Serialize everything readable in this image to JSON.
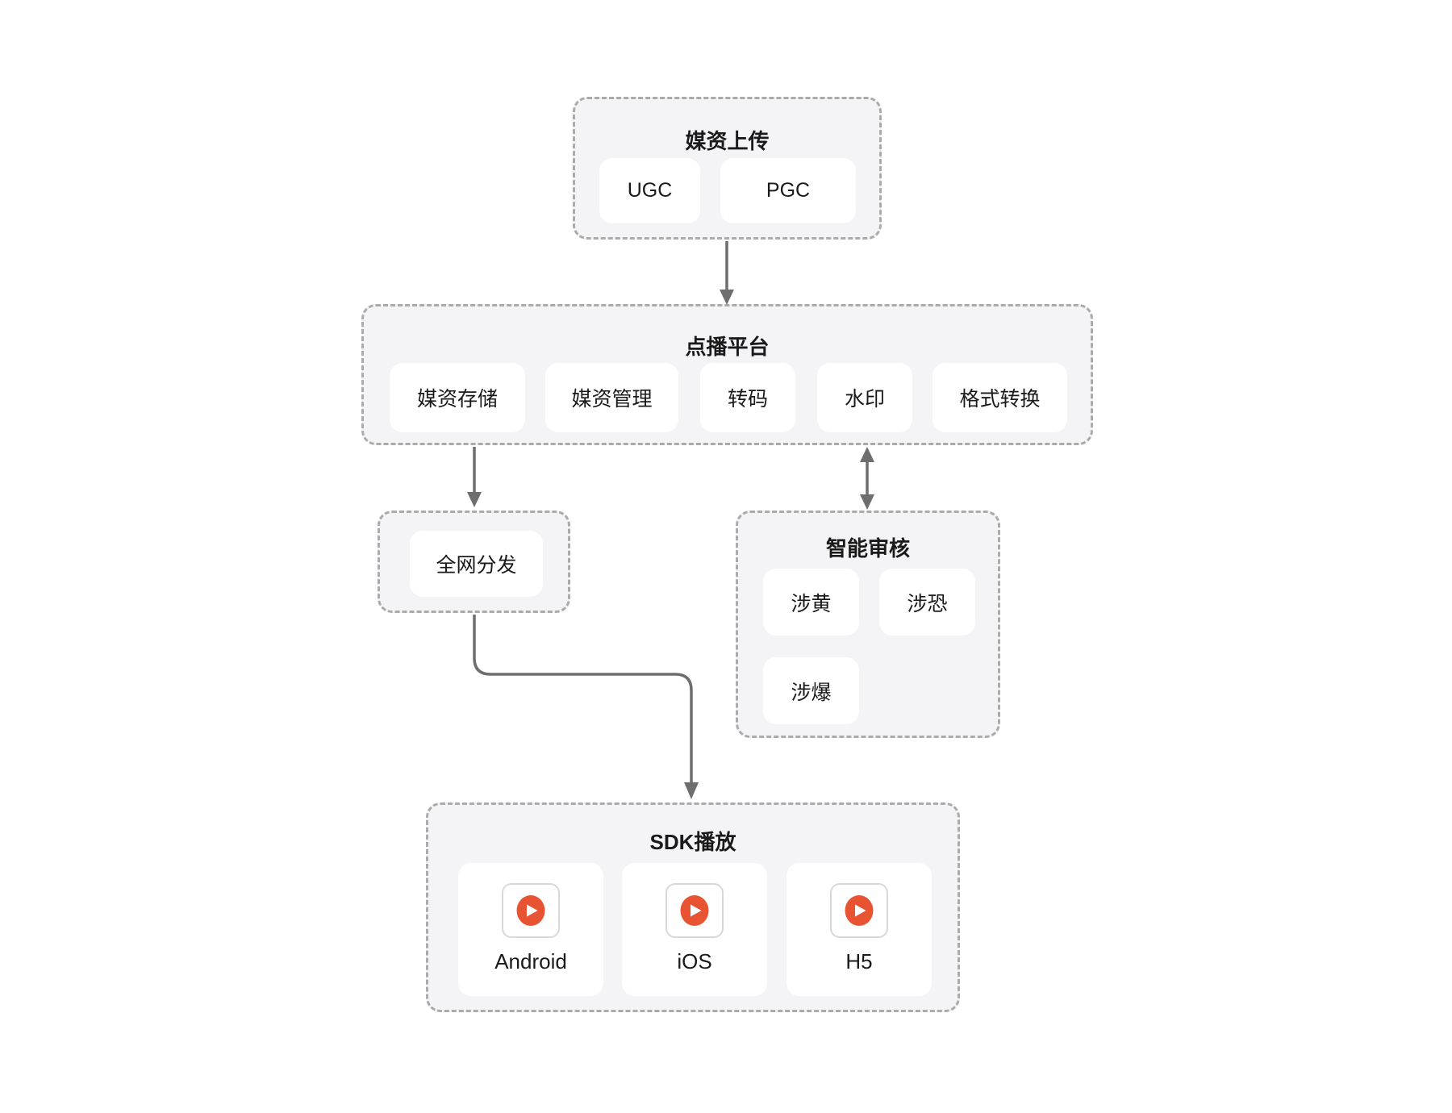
{
  "colors": {
    "page_bg": "#ffffff",
    "group_fill": "#f4f4f6",
    "group_border": "#ababab",
    "card_fill": "#ffffff",
    "arrow": "#6e6e6e",
    "play_accent": "#e85332",
    "play_border": "#d8d8d8",
    "text": "#1a1a1a"
  },
  "icons": {
    "play": "play-icon"
  },
  "groups": {
    "upload": {
      "title": "媒资上传",
      "items": [
        {
          "label": "UGC"
        },
        {
          "label": "PGC"
        }
      ]
    },
    "vod": {
      "title": "点播平台",
      "items": [
        {
          "label": "媒资存储"
        },
        {
          "label": "媒资管理"
        },
        {
          "label": "转码"
        },
        {
          "label": "水印"
        },
        {
          "label": "格式转换"
        }
      ]
    },
    "distribution": {
      "items": [
        {
          "label": "全网分发"
        }
      ]
    },
    "review": {
      "title": "智能审核",
      "items": [
        {
          "label": "涉黄"
        },
        {
          "label": "涉恐"
        },
        {
          "label": "涉爆"
        }
      ]
    },
    "sdk": {
      "title": "SDK播放",
      "items": [
        {
          "label": "Android"
        },
        {
          "label": "iOS"
        },
        {
          "label": "H5"
        }
      ]
    }
  }
}
